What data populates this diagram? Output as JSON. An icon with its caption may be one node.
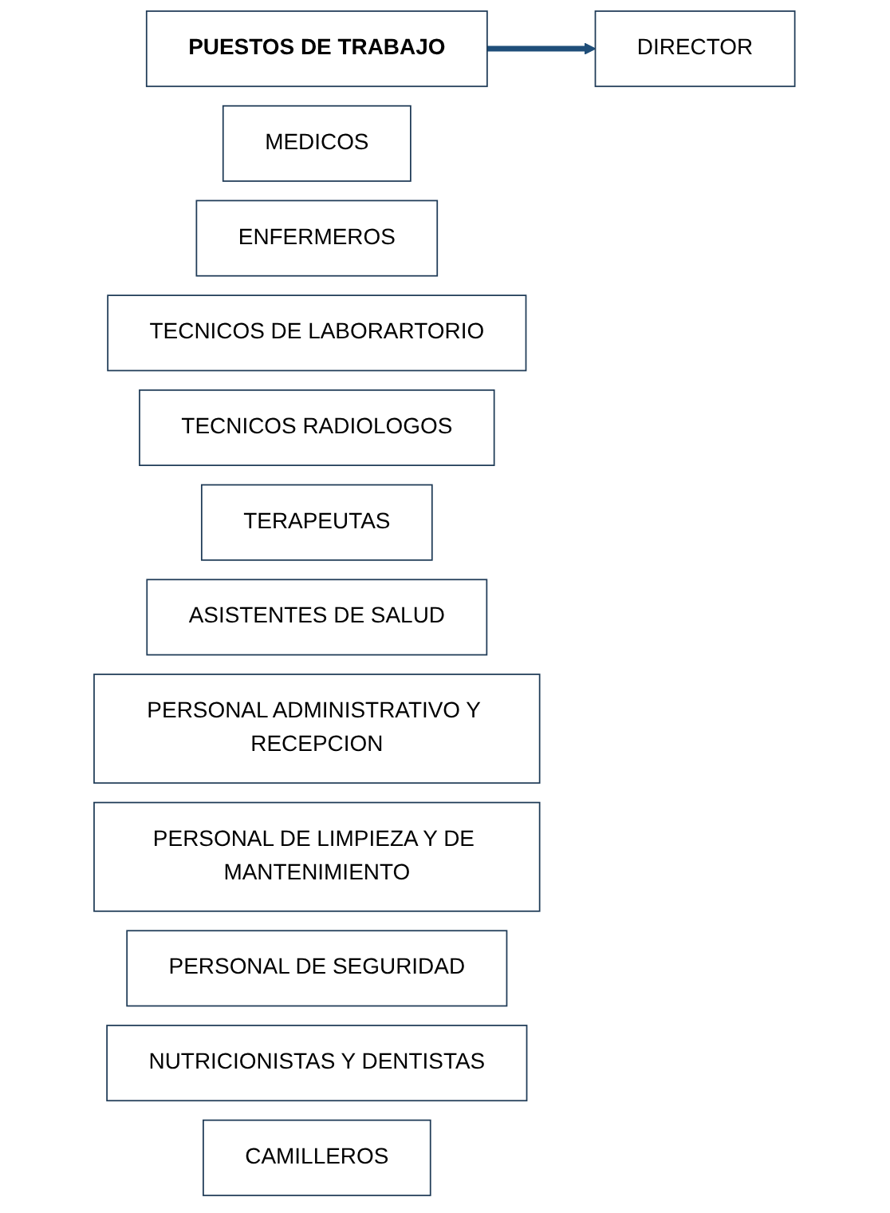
{
  "diagram": {
    "nodes": [
      {
        "text": [
          "PUESTOS DE TRABAJO"
        ]
      },
      {
        "text": [
          "DIRECTOR"
        ]
      },
      {
        "text": [
          "MEDICOS"
        ]
      },
      {
        "text": [
          "ENFERMEROS"
        ]
      },
      {
        "text": [
          "TECNICOS DE LABORARTORIO"
        ]
      },
      {
        "text": [
          "TECNICOS RADIOLOGOS"
        ]
      },
      {
        "text": [
          "TERAPEUTAS"
        ]
      },
      {
        "text": [
          "ASISTENTES DE SALUD"
        ]
      },
      {
        "text": [
          "PERSONAL ADMINISTRATIVO Y RECEPCION"
        ]
      },
      {
        "text": [
          "PERSONAL DE LIMPIEZA Y DE MANTENIMIENTO"
        ]
      },
      {
        "text": [
          "PERSONAL DE SEGURIDAD"
        ]
      },
      {
        "text": [
          "NUTRICIONISTAS Y DENTISTAS"
        ]
      },
      {
        "text": [
          "CAMILLEROS"
        ]
      }
    ],
    "edges": [
      {
        "from": 0,
        "to": 1,
        "arrow": "to"
      }
    ]
  }
}
